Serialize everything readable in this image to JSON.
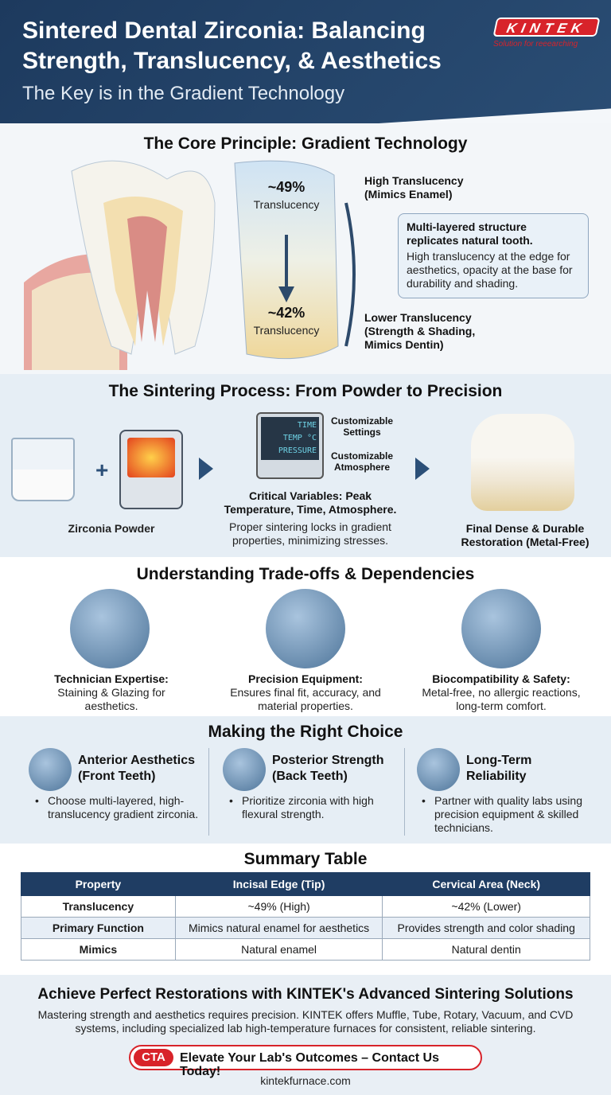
{
  "header": {
    "title": "Sintered Dental Zirconia: Balancing Strength, Translucency, & Aesthetics",
    "subtitle": "The Key is in the Gradient Technology",
    "logo": "KINTEK",
    "tagline": "Solution for reeearching"
  },
  "core": {
    "heading": "The Core Principle: Gradient Technology",
    "top_pct": "~49%",
    "top_unit": "Translucency",
    "bottom_pct": "~42%",
    "bottom_unit": "Translucency",
    "high_label": "High Translucency (Mimics Enamel)",
    "low_label": "Lower Translucency (Strength & Shading, Mimics Dentin)",
    "box_title": "Multi-layered structure replicates natural tooth.",
    "box_text": "High translucency at the edge for aesthetics, opacity at the base for durability and shading."
  },
  "sintering": {
    "heading": "The Sintering Process: From Powder to Precision",
    "powder_label": "Zirconia Powder",
    "display": [
      "TIME",
      "TEMP °C",
      "PRESSURE"
    ],
    "settings_label": "Customizable Settings",
    "atmosphere_label": "Customizable Atmosphere",
    "variables_title": "Critical Variables: Peak Temperature, Time, Atmosphere.",
    "variables_text": "Proper sintering locks in gradient properties, minimizing stresses.",
    "final_label": "Final Dense & Durable Restoration (Metal-Free)"
  },
  "tradeoffs": {
    "heading": "Understanding Trade-offs & Dependencies",
    "items": [
      {
        "title": "Technician Expertise:",
        "text": "Staining & Glazing for aesthetics.",
        "icon": "brush-icon"
      },
      {
        "title": "Precision Equipment:",
        "text": "Ensures final fit, accuracy, and material properties.",
        "icon": "furnace-check-icon"
      },
      {
        "title": "Biocompatibility & Safety:",
        "text": "Metal-free, no allergic reactions, long-term comfort.",
        "icon": "tooth-shield-icon"
      }
    ]
  },
  "choice": {
    "heading": "Making the Right Choice",
    "items": [
      {
        "title": "Anterior Aesthetics (Front Teeth)",
        "bullet": "Choose multi-layered, high-translucency gradient zirconia.",
        "icon": "front-tooth-icon"
      },
      {
        "title": "Posterior Strength (Back Teeth)",
        "bullet": "Prioritize zirconia with high flexural strength.",
        "icon": "molar-icon"
      },
      {
        "title": "Long-Term Reliability",
        "bullet": "Partner with quality labs using precision equipment & skilled technicians.",
        "icon": "handshake-icon"
      }
    ]
  },
  "summary": {
    "heading": "Summary Table",
    "columns": [
      "Property",
      "Incisal Edge (Tip)",
      "Cervical Area (Neck)"
    ],
    "rows": [
      [
        "Translucency",
        "~49% (High)",
        "~42% (Lower)"
      ],
      [
        "Primary Function",
        "Mimics natural enamel for aesthetics",
        "Provides strength and color shading"
      ],
      [
        "Mimics",
        "Natural enamel",
        "Natural dentin"
      ]
    ]
  },
  "footer": {
    "heading": "Achieve Perfect Restorations with KINTEK's Advanced Sintering Solutions",
    "text": "Mastering strength and aesthetics requires precision. KINTEK offers Muffle, Tube, Rotary, Vacuum, and CVD systems, including specialized lab high-temperature furnaces for consistent, reliable sintering.",
    "cta_badge": "CTA",
    "cta_text": "Elevate Your Lab's Outcomes – Contact Us Today!",
    "url": "kintekfurnace.com"
  },
  "colors": {
    "navy": "#1e3a5c",
    "accent_red": "#d8232a",
    "light_blue": "#e6eef5"
  }
}
